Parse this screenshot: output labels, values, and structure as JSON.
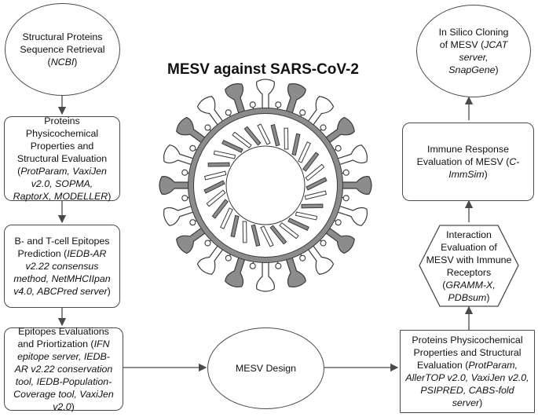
{
  "title": "MESV against SARS-CoV-2",
  "nodes": {
    "n1": {
      "pre": "Structural Proteins Sequence Retrieval (",
      "tools": "NCBI",
      "post": ")"
    },
    "n2": {
      "pre": "Proteins Physicochemical Properties and Structural Evaluation (",
      "tools": "ProtParam, VaxiJen v2.0, SOPMA, RaptorX, MODELLER",
      "post": ")"
    },
    "n3": {
      "pre": "B- and T-cell Epitopes Prediction (",
      "tools": "IEDB-AR v2.22 consensus method, NetMHCIIpan v4.0, ABCPred server",
      "post": ")"
    },
    "n4": {
      "pre": "Epitopes Evaluations and Priortization (",
      "tools": "IFN epitope server, IEDB-AR v2.22 conservation tool, IEDB-Population-Coverage tool, VaxiJen v2.0",
      "post": ")"
    },
    "n5": {
      "label": "MESV Design"
    },
    "n6": {
      "pre": "Proteins Physicochemical Properties and Structural Evaluation (",
      "tools": "ProtParam, AllerTOP v2.0, VaxiJen v2.0, PSIPRED, CABS-fold server",
      "post": ")"
    },
    "n7": {
      "pre": "Interaction Evaluation of MESV with Immune Receptors (",
      "tools": "GRAMM-X, PDBsum",
      "post": ")"
    },
    "n8": {
      "pre": "Immune Response Evaluation of MESV (",
      "tools": "C-ImmSim",
      "post": ")"
    },
    "n9": {
      "pre": "In Silico Cloning of MESV (",
      "tools": "JCAT server, SnapGene",
      "post": ")"
    }
  },
  "colors": {
    "stroke": "#4a4a4a",
    "virus_fill": "#8c8c8c",
    "virus_dark": "#3a3a3a"
  }
}
